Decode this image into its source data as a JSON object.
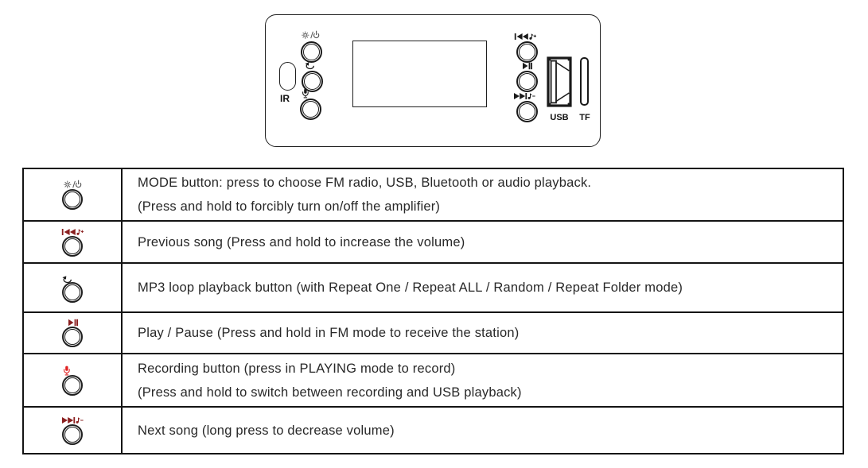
{
  "device_panel": {
    "ir_label": "IR",
    "usb_label": "USB",
    "tf_label": "TF",
    "left_buttons": [
      {
        "icon": "mode-power",
        "color": "icon_gray"
      },
      {
        "icon": "loop",
        "color": "icon_black"
      },
      {
        "icon": "microphone",
        "color": "icon_black"
      }
    ],
    "right_buttons": [
      {
        "icon": "previous-volume-up",
        "color": "icon_black"
      },
      {
        "icon": "play-pause",
        "color": "icon_black"
      },
      {
        "icon": "next-volume-down",
        "color": "icon_black"
      }
    ]
  },
  "legend_table": {
    "rows": [
      {
        "icon": "mode-power",
        "color": "icon_gray",
        "lines": [
          "MODE button: press to choose FM radio, USB, Bluetooth or audio playback.",
          "(Press and hold to forcibly turn on/off the amplifier)"
        ]
      },
      {
        "icon": "previous-volume-up",
        "color": "icon_dark_red",
        "lines": [
          "Previous song (Press and hold to increase the volume)"
        ]
      },
      {
        "icon": "loop",
        "color": "icon_black",
        "lines": [
          "MP3 loop playback button (with Repeat One / Repeat ALL / Random / Repeat Folder mode)"
        ]
      },
      {
        "icon": "play-pause",
        "color": "icon_dark_red",
        "lines": [
          "Play / Pause (Press and hold in FM mode to receive the station)"
        ]
      },
      {
        "icon": "microphone",
        "color": "icon_red",
        "lines": [
          "Recording button (press in PLAYING mode to record)",
          "(Press and hold to switch between recording and USB playback)"
        ]
      },
      {
        "icon": "next-volume-down",
        "color": "icon_dark_red",
        "lines": [
          "Next song (long press to decrease volume)"
        ]
      }
    ]
  },
  "colors": {
    "line": "#1a1a1a",
    "icon_black": "#1a1a1a",
    "icon_gray": "#565656",
    "icon_dark_red": "#8a1f1f",
    "icon_red": "#e02121",
    "text": "#282828"
  }
}
